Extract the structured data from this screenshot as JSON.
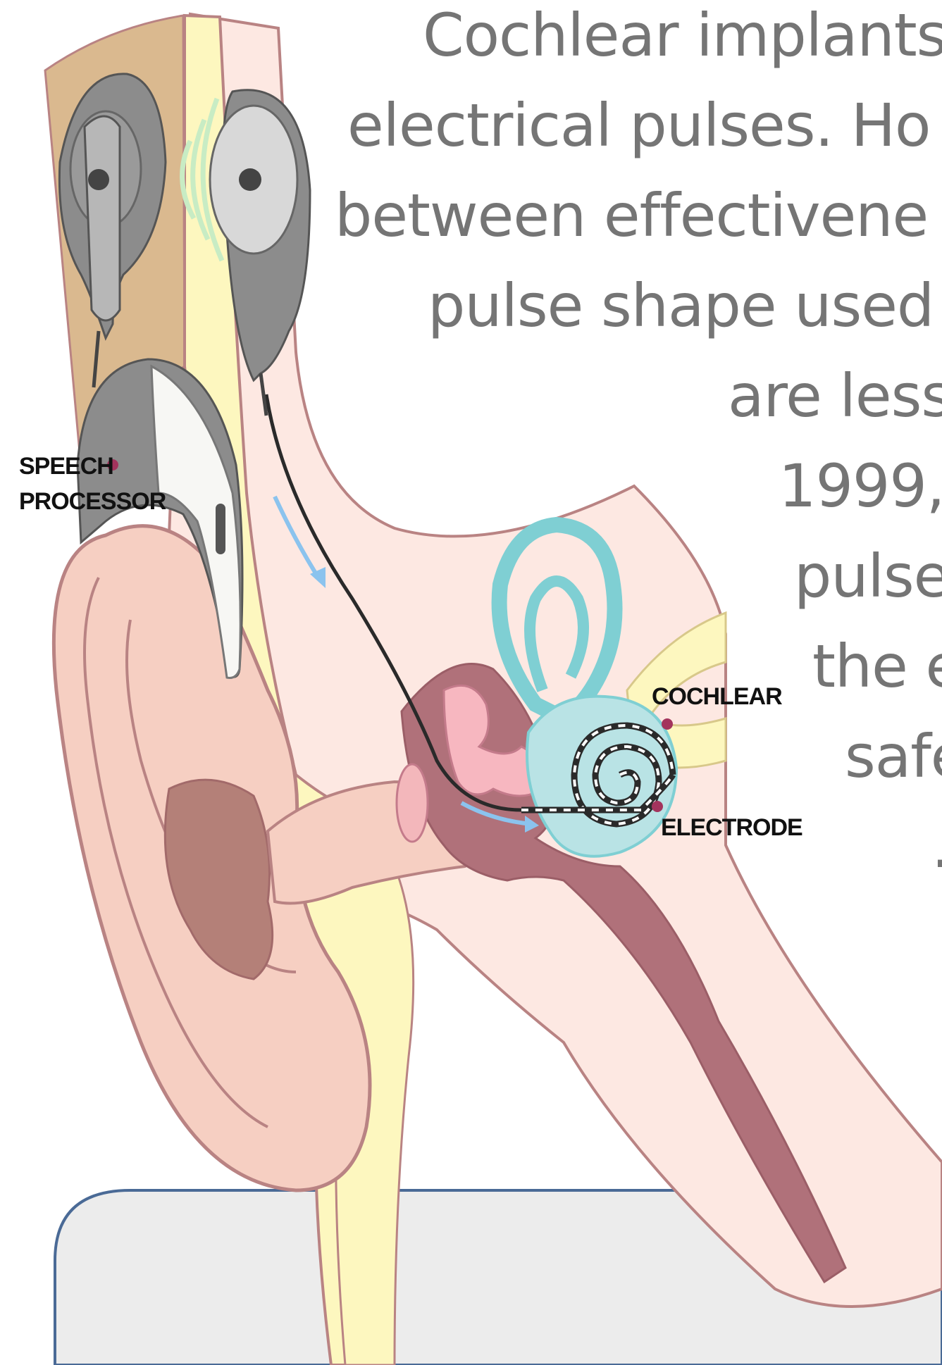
{
  "paragraph": {
    "line1": "Cochlear implants",
    "line2": "electrical pulses. Ho",
    "line3": "between effectivene",
    "line4": "pulse shape used",
    "line5": "are less",
    "line6": "1999,",
    "line7": "pulse",
    "line8": "the e",
    "line9": "safe",
    "line10": "."
  },
  "labels": {
    "speech_processor_line1": "SPEECH",
    "speech_processor_line2": "PROCESSOR",
    "cochlear": "COCHLEAR",
    "electrode": "ELECTRODE"
  },
  "colors": {
    "text_gray": "#757575",
    "skin": "#f6cfc2",
    "skin_light": "#fde8e2",
    "bone_yellow": "#fdf7bf",
    "canal_dark": "#b0717a",
    "cochlea_teal": "#b9e3e5",
    "device_gray": "#8c8c8c",
    "hair_tan": "#dab98f",
    "marker_magenta": "#a3345d",
    "panel_gray": "#ececec",
    "panel_border": "#4a6a96"
  }
}
